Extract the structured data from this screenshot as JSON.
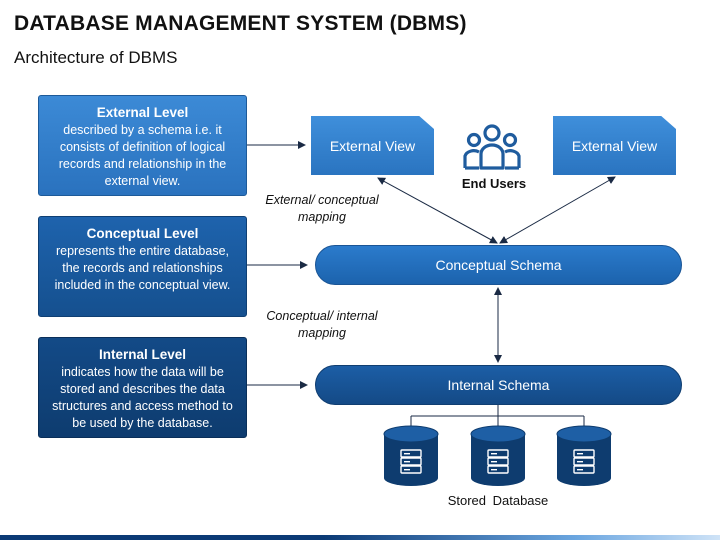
{
  "header": {
    "title": "DATABASE MANAGEMENT SYSTEM (DBMS)",
    "subtitle": "Architecture of DBMS"
  },
  "levels": [
    {
      "heading": "External Level",
      "body": "described by a schema i.e. it consists of definition of logical records and relationship in the external view."
    },
    {
      "heading": "Conceptual Level",
      "body": "represents the entire database, the records and relationships included in the conceptual view."
    },
    {
      "heading": "Internal Level",
      "body": "indicates how the data will be stored and describes the data structures and access method to be used by the database."
    }
  ],
  "views": {
    "left": "External View",
    "right": "External View"
  },
  "end_users": {
    "label": "End Users",
    "icon": "users-icon"
  },
  "schemas": {
    "conceptual": "Conceptual Schema",
    "internal": "Internal Schema"
  },
  "mappings": {
    "external_conceptual": "External/ conceptual mapping",
    "conceptual_internal": "Conceptual/ internal mapping"
  },
  "storage": {
    "label": "Stored Database",
    "icon": "database-icon"
  },
  "colors": {
    "dark_navy": "#0e3c6f",
    "mid_blue": "#1c63ad",
    "light_blue": "#2a74c0",
    "icon_blue": "#1f5c9e"
  }
}
